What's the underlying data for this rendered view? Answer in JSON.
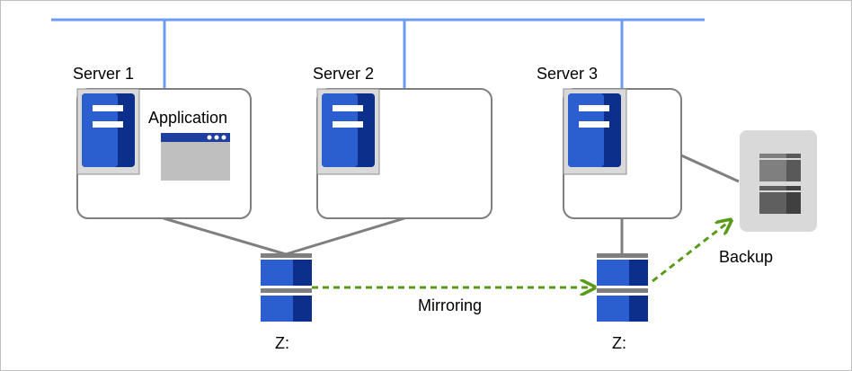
{
  "labels": {
    "server1": "Server 1",
    "server2": "Server 2",
    "server3": "Server 3",
    "application": "Application",
    "mirroring": "Mirroring",
    "backup": "Backup",
    "drive_left": "Z:",
    "drive_right": "Z:"
  },
  "icons": {
    "server": "server-icon",
    "application_window": "application-window-icon",
    "disk": "disk-icon",
    "backup_device": "backup-device-icon"
  },
  "colors": {
    "network_line": "#6c9cf0",
    "server_blue": "#1f4fbf",
    "server_dark": "#0b2f8a",
    "disk_blue": "#2255c8",
    "mirror_arrow": "#5a9a1a",
    "connector": "#7f7f7f",
    "box_border": "#7f7f7f",
    "backup_gray": "#d9d9d9"
  }
}
